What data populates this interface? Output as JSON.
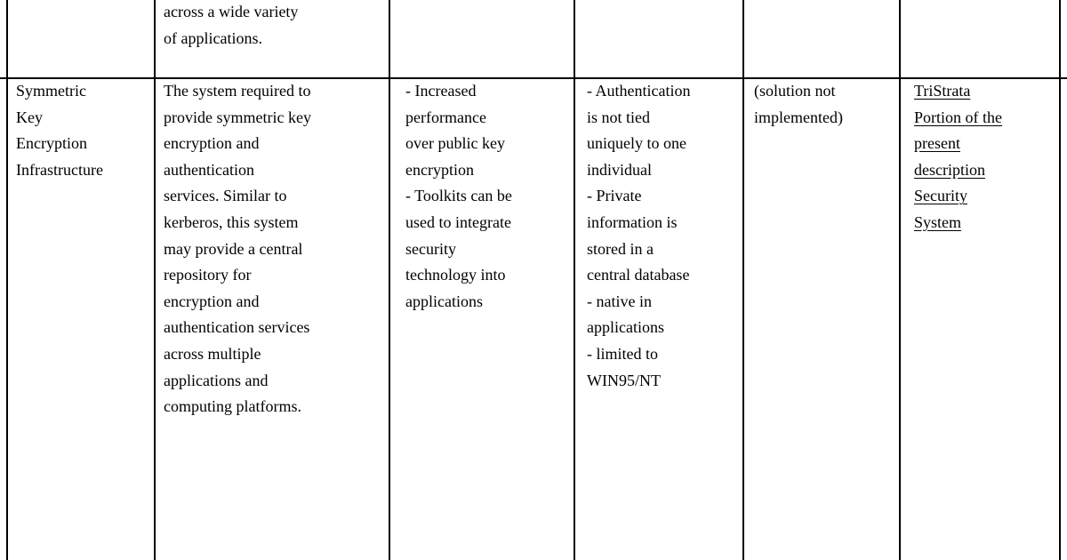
{
  "prev_row": {
    "description_lines": [
      "across a wide variety",
      "of applications."
    ]
  },
  "row": {
    "category_lines": [
      "Symmetric",
      "Key",
      "Encryption",
      "Infrastructure"
    ],
    "description_lines": [
      "The system required to",
      "provide symmetric key",
      "encryption and",
      "authentication",
      "services.  Similar to",
      "kerberos, this system",
      "may provide a central",
      "repository for",
      "encryption and",
      "authentication services",
      "across multiple",
      "applications and",
      "computing platforms."
    ],
    "advantages_lines": [
      "- Increased",
      "performance",
      "over public key",
      "encryption",
      "- Toolkits can be",
      "used to integrate",
      "security",
      "technology into",
      "applications"
    ],
    "disadvantages_lines": [
      "- Authentication",
      "is not tied",
      "uniquely to one",
      "individual",
      "- Private",
      "information is",
      "stored in a",
      "central database",
      "- native in",
      "applications",
      "- limited to",
      "WIN95/NT"
    ],
    "solution_lines": [
      "(solution not",
      "implemented)"
    ],
    "reference_lines": [
      "TriStrata",
      "Portion of the",
      "present",
      "description",
      "Security",
      "System"
    ]
  }
}
